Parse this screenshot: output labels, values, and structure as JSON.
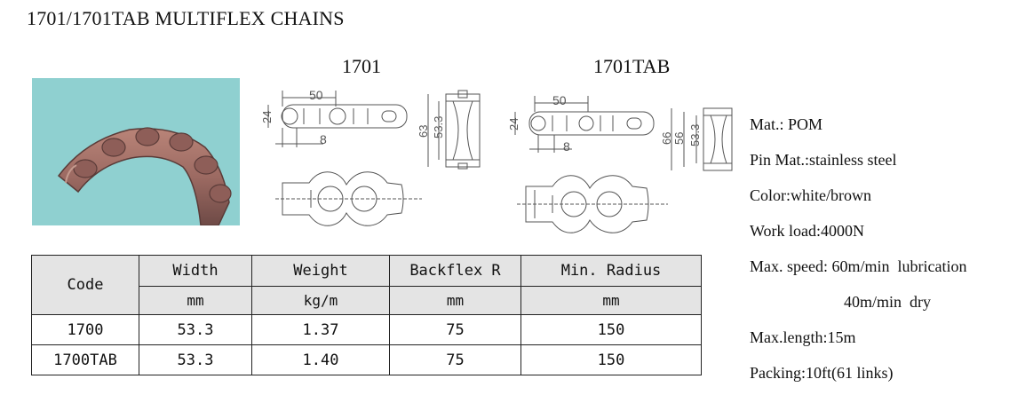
{
  "title": "1701/1701TAB MULTIFLEX CHAINS",
  "models": {
    "left": "1701",
    "right": "1701TAB"
  },
  "drawing_labels": {
    "a_width": "50",
    "a_height": "24",
    "a_pitch": "8",
    "b_outer": "63",
    "b_inner": "53.3",
    "c_width": "50",
    "c_height": "24",
    "c_pitch": "8",
    "d_outer": "66",
    "d_mid": "56",
    "d_inner": "53.3"
  },
  "table": {
    "code_label": "Code",
    "headers": [
      "Width",
      "Weight",
      "Backflex R",
      "Min. Radius"
    ],
    "units": [
      "mm",
      "kg/m",
      "mm",
      "mm"
    ],
    "rows": [
      [
        "1700",
        "53.3",
        "1.37",
        "75",
        "150"
      ],
      [
        "1700TAB",
        "53.3",
        "1.40",
        "75",
        "150"
      ]
    ]
  },
  "specs": {
    "material": "Mat.: POM",
    "pin": "Pin Mat.:stainless steel",
    "color": "Color:white/brown",
    "load": "Work load:4000N",
    "speed1": "Max. speed: 60m/min  lubrication",
    "speed2": "40m/min  dry",
    "length": "Max.length:15m",
    "packing": "Packing:10ft(61 links)"
  },
  "colors": {
    "photo_bg": "#8fd0d0",
    "chain": "#a0706a",
    "table_header": "#e4e4e4",
    "line": "#555555"
  }
}
